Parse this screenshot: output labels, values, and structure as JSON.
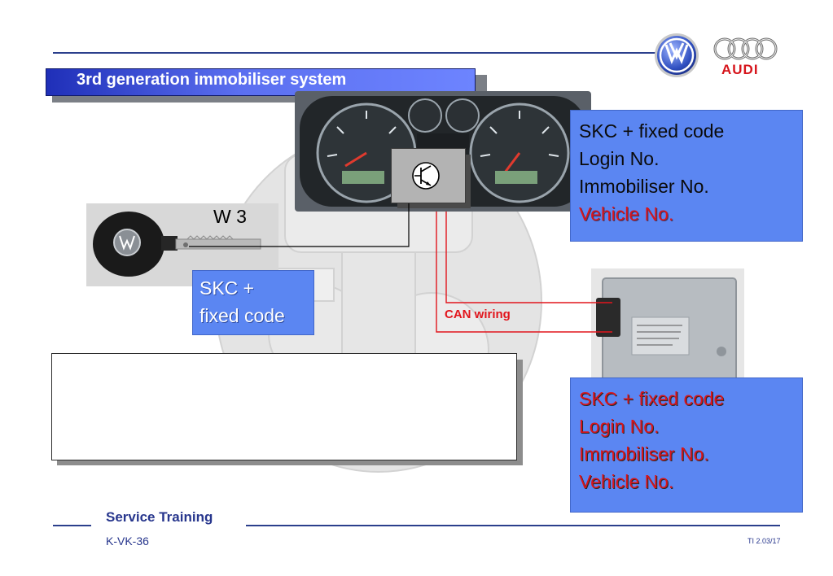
{
  "header": {
    "title": "3rd generation immobiliser system",
    "audi_wordmark": "AUDI"
  },
  "key": {
    "label": "W 3"
  },
  "key_info": {
    "lines": [
      "SKC +",
      "fixed code"
    ]
  },
  "cluster_info": {
    "lines": [
      "SKC + fixed code",
      "Login No.",
      "Immobiliser No."
    ],
    "highlight_line": "Vehicle No."
  },
  "ecu_info": {
    "lines": [
      "SKC + fixed code",
      "Login No.",
      "Immobiliser No.",
      "Vehicle No."
    ]
  },
  "wiring": {
    "label": "CAN wiring"
  },
  "footer": {
    "service_training": "Service Training",
    "doc_code": "K-VK-36",
    "page_ref": "TI 2.03/17"
  },
  "colors": {
    "brand_blue": "#27368d",
    "info_box_blue": "#5b86f2",
    "highlight_red": "#d9141b",
    "title_blue": "#1f2fb8"
  }
}
